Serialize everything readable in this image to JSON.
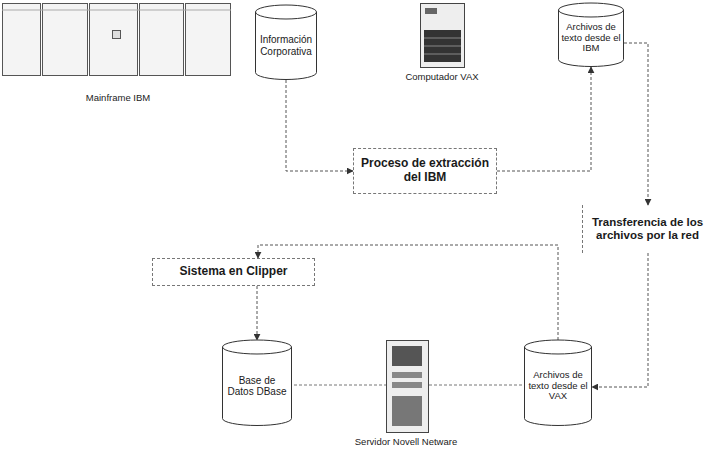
{
  "diagram": {
    "nodes": [
      {
        "text": [
          "Información Corporativa"
        ]
      },
      {
        "text": [
          "Archivos de texto desde el IBM"
        ]
      },
      {
        "text": [
          "Proceso de extracción del IBM"
        ]
      },
      {
        "text": [
          "Transferencia de los archivos por la red"
        ]
      },
      {
        "text": [
          "Sistema en Clipper"
        ]
      },
      {
        "text": [
          "Base de Datos DBase"
        ]
      },
      {
        "text": [
          "Archivos de texto desde el VAX"
        ]
      }
    ],
    "edges": [
      {
        "from": 0,
        "to": 2,
        "arrow": "to"
      },
      {
        "from": 2,
        "to": 1,
        "arrow": "to"
      },
      {
        "from": 1,
        "to": 3,
        "arrow": "to"
      },
      {
        "from": 3,
        "to": 6,
        "arrow": "to"
      },
      {
        "from": 6,
        "to": 4,
        "arrow": "to"
      },
      {
        "from": 4,
        "to": 5,
        "arrow": "to"
      }
    ],
    "labels": [
      "Mainframe IBM",
      "Computador VAX",
      "Servidor Novell Netware"
    ]
  }
}
